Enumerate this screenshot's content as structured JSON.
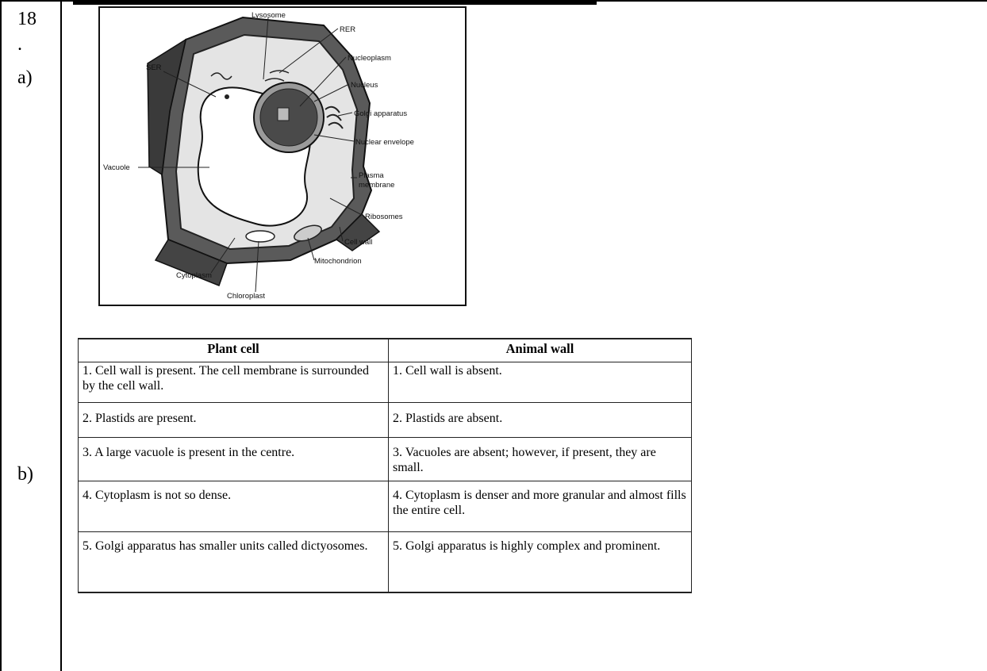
{
  "question": {
    "number": "18",
    "dot": ".",
    "part_a": "a)",
    "part_b": "b)"
  },
  "figure": {
    "labels": {
      "lysosome": "Lysosome",
      "rer": "RER",
      "ser": "SER",
      "nucleoplasm": "Nucleoplasm",
      "nucleus": "Nucleus",
      "golgi": "Golgi apparatus",
      "nuclear_envelope": "Nuclear envelope",
      "vacuole": "Vacuole",
      "plasma": "Plasma",
      "membrane": "membrane",
      "ribosomes": "Ribosomes",
      "cell_wall": "Cell wall",
      "mitochondrion": "Mitochondrion",
      "cytoplasm": "Cytoplasm",
      "chloroplast": "Chloroplast"
    }
  },
  "table": {
    "headers": [
      "Plant cell",
      "Animal wall"
    ],
    "rows": [
      [
        "1. Cell wall is present. The cell membrane is surrounded by the cell wall.",
        "1. Cell wall is absent."
      ],
      [
        "2. Plastids are present.",
        "2. Plastids are absent."
      ],
      [
        "3. A large vacuole is present in the centre.",
        "3. Vacuoles are absent; however, if present, they are small."
      ],
      [
        "4. Cytoplasm is not so dense.",
        "4. Cytoplasm is denser and more granular and almost fills the entire cell."
      ],
      [
        "5. Golgi apparatus has smaller units called dictyosomes.",
        "5. Golgi apparatus is highly complex and prominent."
      ]
    ]
  }
}
